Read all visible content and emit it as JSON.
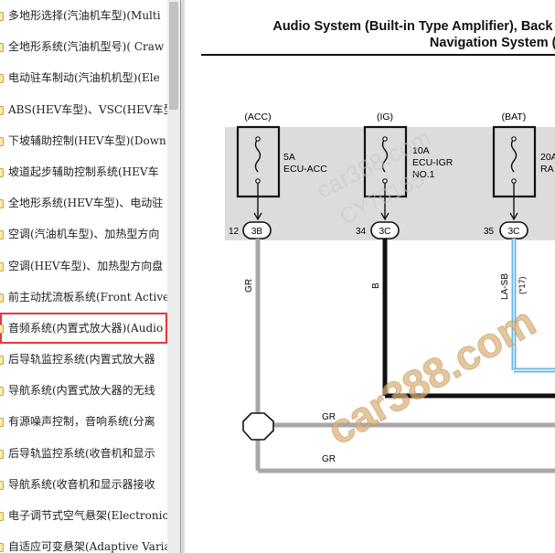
{
  "sidebar": {
    "items": [
      {
        "label": "多地形选择(汽油机车型)(Multi",
        "selected": false
      },
      {
        "label": "全地形系统(汽油机型号)( Craw",
        "selected": false
      },
      {
        "label": "电动驻车制动(汽油机机型)(Ele",
        "selected": false
      },
      {
        "label": "ABS(HEV车型)、VSC(HEV车型",
        "selected": false
      },
      {
        "label": "下坡辅助控制(HEV车型)(Down",
        "selected": false
      },
      {
        "label": "坡道起步辅助控制系统(HEV车",
        "selected": false
      },
      {
        "label": "全地形系统(HEV车型)、电动驻",
        "selected": false
      },
      {
        "label": "空调(汽油机车型)、加热型方向",
        "selected": false
      },
      {
        "label": "空调(HEV车型)、加热型方向盘",
        "selected": false
      },
      {
        "label": "前主动扰流板系统(Front Active",
        "selected": false
      },
      {
        "label": "音频系统(内置式放大器)(Audio",
        "selected": true
      },
      {
        "label": "后导轨监控系统(内置式放大器",
        "selected": false
      },
      {
        "label": "导航系统(内置式放大器的无线",
        "selected": false
      },
      {
        "label": "有源噪声控制，音响系统(分离",
        "selected": false
      },
      {
        "label": "后导轨监控系统(收音机和显示",
        "selected": false
      },
      {
        "label": "导航系统(收音机和显示器接收",
        "selected": false
      },
      {
        "label": "电子调节式空气悬架(Electronic",
        "selected": false
      },
      {
        "label": "自适应可变悬架(Adaptive Varia",
        "selected": false
      }
    ]
  },
  "document": {
    "title_line1": "Audio System (Built-in Type Amplifier), Back C",
    "title_line2": "Navigation System (R",
    "fuses": [
      {
        "source": "(ACC)",
        "rating": "5A",
        "name1": "ECU-ACC",
        "name2": "",
        "pin": "12",
        "connector": "3B",
        "wire": "GR"
      },
      {
        "source": "(IG)",
        "rating": "10A",
        "name1": "ECU-IGR",
        "name2": "NO.1",
        "pin": "34",
        "connector": "3C",
        "wire": "B"
      },
      {
        "source": "(BAT)",
        "rating": "20A",
        "name1": "RA",
        "name2": "",
        "pin": "35",
        "connector": "3C",
        "wire": "LA-SB",
        "note": "(*17)"
      }
    ],
    "lower_wires": [
      "GR",
      "GR"
    ],
    "watermarks": [
      "car388.com",
      "CY70165",
      "car388.com"
    ],
    "colors": {
      "ground_box": "#dcdcdc",
      "wire_gr": "#a8a8a8",
      "wire_b": "#111111",
      "wire_la_sb": "#6ab7e6",
      "selected_outline": "#e0393b"
    }
  }
}
